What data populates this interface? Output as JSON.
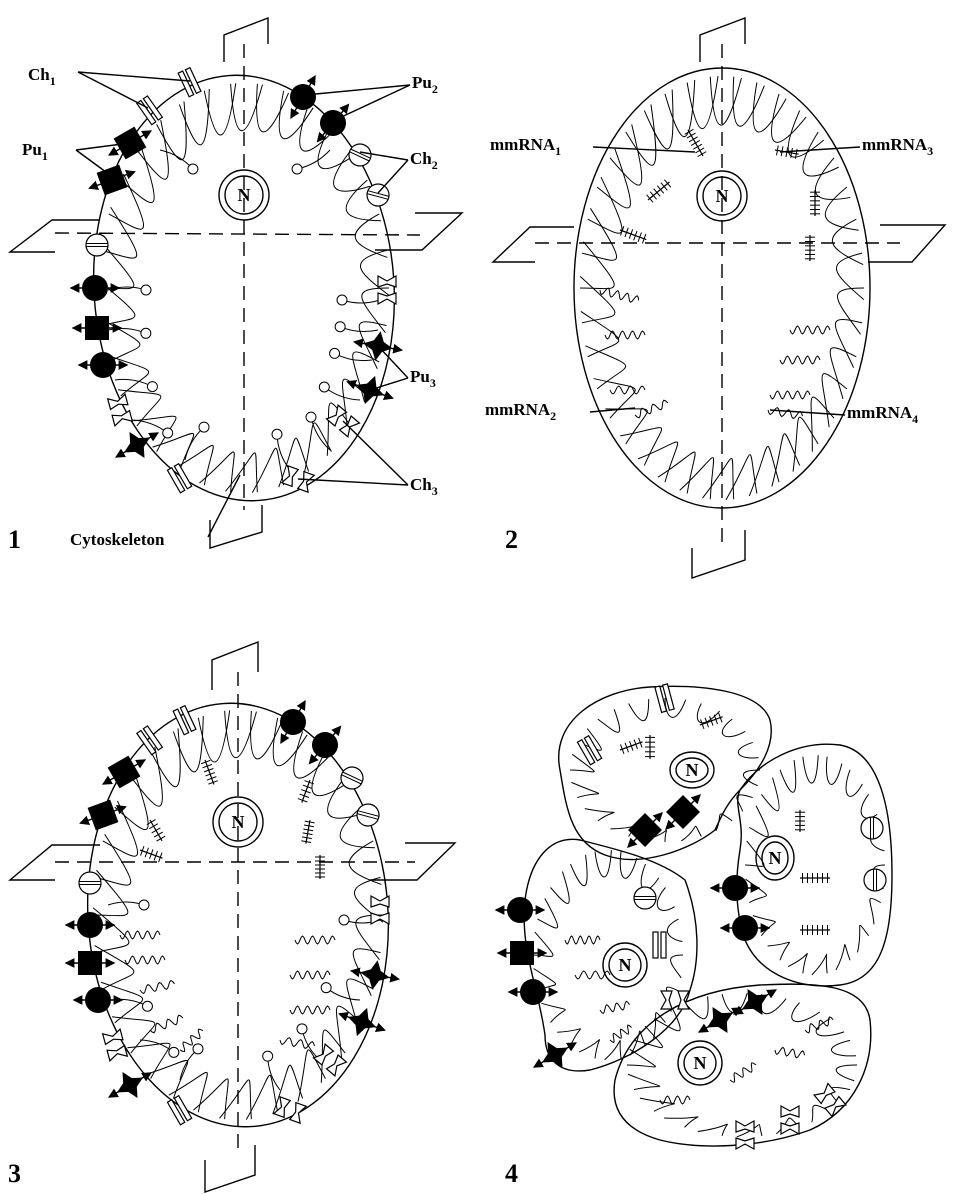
{
  "panels": [
    {
      "number": "1"
    },
    {
      "number": "2"
    },
    {
      "number": "3"
    },
    {
      "number": "4"
    }
  ],
  "nucleus_label": "N",
  "labels": {
    "ch1": {
      "main": "Ch",
      "sub": "1"
    },
    "ch2": {
      "main": "Ch",
      "sub": "2"
    },
    "ch3": {
      "main": "Ch",
      "sub": "3"
    },
    "pu1": {
      "main": "Pu",
      "sub": "1"
    },
    "pu2": {
      "main": "Pu",
      "sub": "2"
    },
    "pu3": {
      "main": "Pu",
      "sub": "3"
    },
    "cytoskeleton": "Cytoskeleton",
    "mmrna1": {
      "main": "mmRNA",
      "sub": "1"
    },
    "mmrna2": {
      "main": "mmRNA",
      "sub": "2"
    },
    "mmrna3": {
      "main": "mmRNA",
      "sub": "3"
    },
    "mmrna4": {
      "main": "mmRNA",
      "sub": "4"
    }
  },
  "colors": {
    "ink": "#000000",
    "paper": "#ffffff"
  }
}
